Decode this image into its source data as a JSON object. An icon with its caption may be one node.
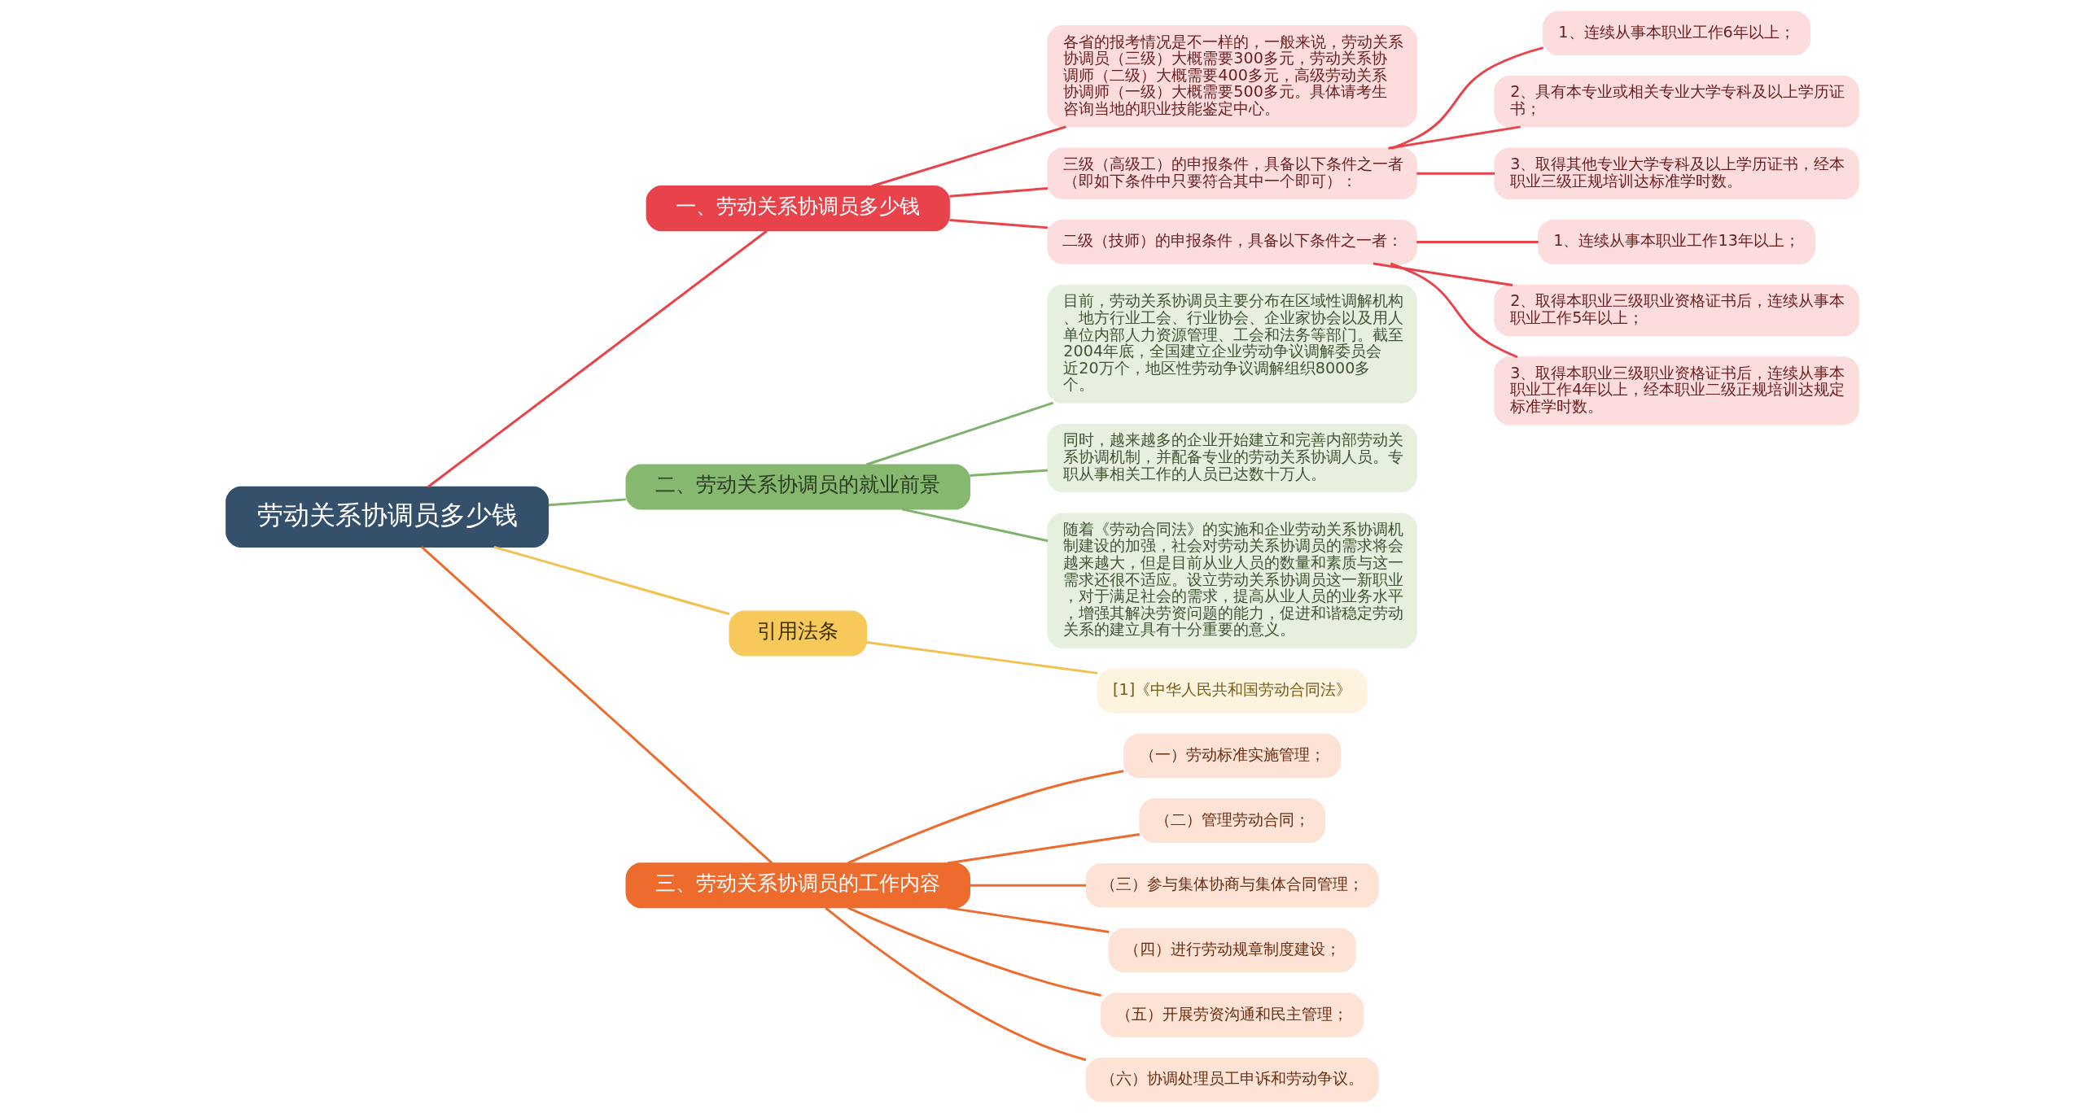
{
  "diagram": {
    "nodes": [
      {
        "text": [
          "劳动关系协调员多少钱"
        ]
      },
      {
        "text": [
          "一、劳动关系协调员多少钱"
        ]
      },
      {
        "text": [
          "各省的报考情况是不一样的，一般来说，劳动关系协调员（三级）大概需要300多元，劳动关系协调师（二级）大概需要400多元，高级劳动关系协调师（一级）大概需要500多元。具体请考生咨询当地的职业技能鉴定中心。"
        ]
      },
      {
        "text": [
          "三级（高级工）的申报条件，具备以下条件之一者（即如下条件中只要符合其中一个即可）："
        ]
      },
      {
        "text": [
          "1、连续从事本职业工作6年以上；"
        ]
      },
      {
        "text": [
          "2、具有本专业或相关专业大学专科及以上学历证书；"
        ]
      },
      {
        "text": [
          "3、取得其他专业大学专科及以上学历证书，经本职业三级正规培训达标准学时数。"
        ]
      },
      {
        "text": [
          "二级（技师）的申报条件，具备以下条件之一者："
        ]
      },
      {
        "text": [
          "1、连续从事本职业工作13年以上；"
        ]
      },
      {
        "text": [
          "2、取得本职业三级职业资格证书后，连续从事本职业工作5年以上；"
        ]
      },
      {
        "text": [
          "3、取得本职业三级职业资格证书后，连续从事本职业工作4年以上，经本职业二级正规培训达规定标准学时数。"
        ]
      },
      {
        "text": [
          "二、劳动关系协调员的就业前景"
        ]
      },
      {
        "text": [
          "目前，劳动关系协调员主要分布在区域性调解机构、地方行业工会、行业协会、企业家协会以及用人单位内部人力资源管理、工会和法务等部门。截至2004年底，全国建立企业劳动争议调解委员会近20万个，地区性劳动争议调解组织8000多个。"
        ]
      },
      {
        "text": [
          "同时，越来越多的企业开始建立和完善内部劳动关系协调机制，并配备专业的劳动关系协调人员。专职从事相关工作的人员已达数十万人。"
        ]
      },
      {
        "text": [
          "随着《劳动合同法》的实施和企业劳动关系协调机制建设的加强，社会对劳动关系协调员的需求将会越来越大，但是目前从业人员的数量和素质与这一需求还很不适应。设立劳动关系协调员这一新职业，对于满足社会的需求，提高从业人员的业务水平，增强其解决劳资问题的能力，促进和谐稳定劳动关系的建立具有十分重要的意义。"
        ]
      },
      {
        "text": [
          "引用法条"
        ]
      },
      {
        "text": [
          "[1]《中华人民共和国劳动合同法》"
        ]
      },
      {
        "text": [
          "三、劳动关系协调员的工作内容"
        ]
      },
      {
        "text": [
          "（一）劳动标准实施管理；"
        ]
      },
      {
        "text": [
          "（二）管理劳动合同；"
        ]
      },
      {
        "text": [
          "（三）参与集体协商与集体合同管理；"
        ]
      },
      {
        "text": [
          "（四）进行劳动规章制度建设；"
        ]
      },
      {
        "text": [
          "（五）开展劳资沟通和民主管理；"
        ]
      },
      {
        "text": [
          "（六）协调处理员工申诉和劳动争议。"
        ]
      }
    ],
    "edges": [
      {
        "from": 0,
        "to": 1,
        "arrow": "none"
      },
      {
        "from": 1,
        "to": 2,
        "arrow": "none"
      },
      {
        "from": 1,
        "to": 3,
        "arrow": "none"
      },
      {
        "from": 3,
        "to": 4,
        "arrow": "none"
      },
      {
        "from": 3,
        "to": 5,
        "arrow": "none"
      },
      {
        "from": 3,
        "to": 6,
        "arrow": "none"
      },
      {
        "from": 1,
        "to": 7,
        "arrow": "none"
      },
      {
        "from": 7,
        "to": 8,
        "arrow": "none"
      },
      {
        "from": 7,
        "to": 9,
        "arrow": "none"
      },
      {
        "from": 7,
        "to": 10,
        "arrow": "none"
      },
      {
        "from": 0,
        "to": 11,
        "arrow": "none",
        "color": "#7fb36a"
      },
      {
        "from": 11,
        "to": 12,
        "arrow": "none",
        "color": "#7fb36a"
      },
      {
        "from": 11,
        "to": 13,
        "arrow": "none",
        "color": "#7fb36a"
      },
      {
        "from": 11,
        "to": 14,
        "arrow": "none",
        "color": "#7fb36a"
      },
      {
        "from": 0,
        "to": 15,
        "arrow": "none",
        "color": "#f2c14e"
      },
      {
        "from": 15,
        "to": 16,
        "arrow": "none",
        "color": "#f2c14e"
      },
      {
        "from": 0,
        "to": 17,
        "arrow": "none",
        "color": "#ec6b2d"
      },
      {
        "from": 17,
        "to": 18,
        "arrow": "none",
        "color": "#ec6b2d"
      },
      {
        "from": 17,
        "to": 19,
        "arrow": "none",
        "color": "#ec6b2d"
      },
      {
        "from": 17,
        "to": 20,
        "arrow": "none",
        "color": "#ec6b2d"
      },
      {
        "from": 17,
        "to": 21,
        "arrow": "none",
        "color": "#ec6b2d"
      },
      {
        "from": 17,
        "to": 22,
        "arrow": "none",
        "color": "#ec6b2d"
      },
      {
        "from": 17,
        "to": 23,
        "arrow": "none",
        "color": "#ec6b2d"
      }
    ]
  }
}
